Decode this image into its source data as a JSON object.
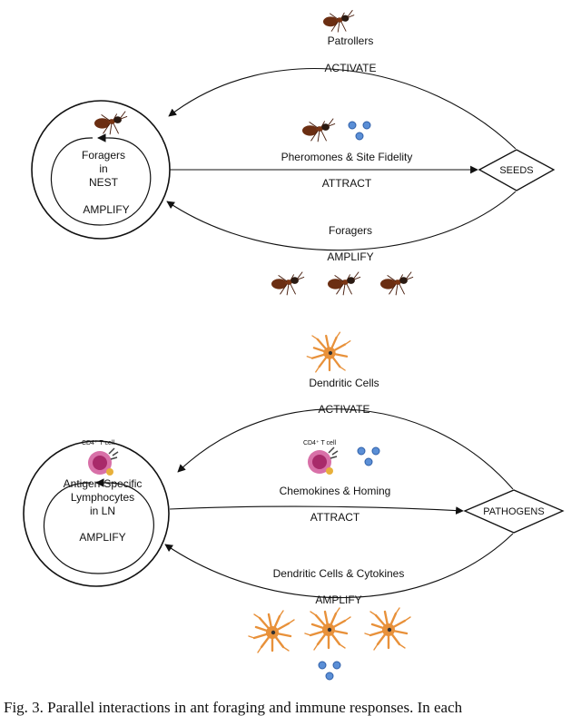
{
  "top_diagram": {
    "nest": {
      "line1": "Foragers",
      "line2": "in",
      "line3": "NEST",
      "loop_label": "AMPLIFY"
    },
    "target": "SEEDS",
    "activate": {
      "agent": "Patrollers",
      "verb": "ACTIVATE"
    },
    "attract": {
      "agent": "Pheromones & Site Fidelity",
      "verb": "ATTRACT"
    },
    "amplify": {
      "agent": "Foragers",
      "verb": "AMPLIFY"
    }
  },
  "bottom_diagram": {
    "node": {
      "cell_label": "CD4⁺ T cell",
      "line1": "Antigen-Specific",
      "line2": "Lymphocytes",
      "line3": "in LN",
      "loop_label": "AMPLIFY"
    },
    "target": "PATHOGENS",
    "activate": {
      "agent": "Dendritic Cells",
      "verb": "ACTIVATE"
    },
    "attract": {
      "agent": "Chemokines & Homing",
      "verb": "ATTRACT",
      "cell_label": "CD4⁺ T cell"
    },
    "amplify": {
      "agent": "Dendritic Cells & Cytokines",
      "verb": "AMPLIFY"
    }
  },
  "caption": "Fig. 3. Parallel interactions in ant foraging and immune responses. In each",
  "colors": {
    "ant_body": "#6b2e12",
    "ant_head": "#2a1a12",
    "dendritic": "#e8913a",
    "tcell": "#c0397a",
    "chemokine": "#5b8fd6"
  }
}
